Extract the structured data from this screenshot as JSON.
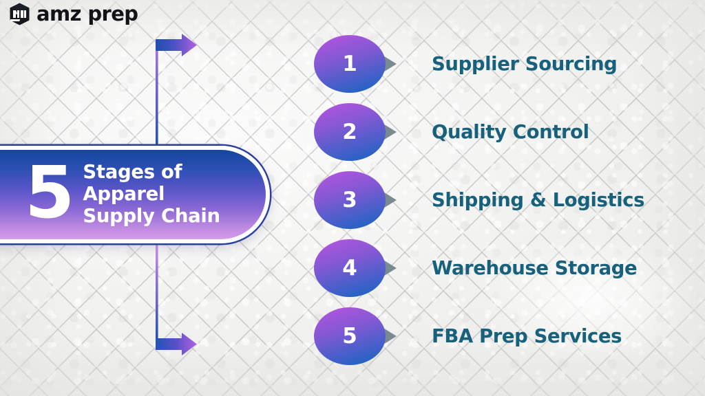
{
  "brand": {
    "logo_icon": "amz-cube-logo-icon",
    "name": "amz prep"
  },
  "badge": {
    "number": "5",
    "line1": "Stages of",
    "line2": "Apparel",
    "line3": "Supply Chain"
  },
  "connectors": {
    "top_arrow_icon": "arrow-right-icon",
    "bottom_arrow_icon": "arrow-right-icon",
    "spine_icon": "vertical-connector-line"
  },
  "steps": [
    {
      "number": "1",
      "label": "Supplier Sourcing"
    },
    {
      "number": "2",
      "label": "Quality Control"
    },
    {
      "number": "3",
      "label": "Shipping & Logistics"
    },
    {
      "number": "4",
      "label": "Warehouse Storage"
    },
    {
      "number": "5",
      "label": "FBA Prep Services"
    }
  ],
  "colors": {
    "label_text": "#18617c",
    "badge_gradient_start": "#14479f",
    "badge_gradient_end": "#d49bea",
    "bubble_gradient_start": "#a855d8",
    "bubble_gradient_end": "#2563c4",
    "pointer": "#7a8a91",
    "arrow_gradient_start": "#1f4fb0",
    "arrow_gradient_end": "#b061e0",
    "background": "#f2f2f1",
    "logo_text": "#111317"
  }
}
